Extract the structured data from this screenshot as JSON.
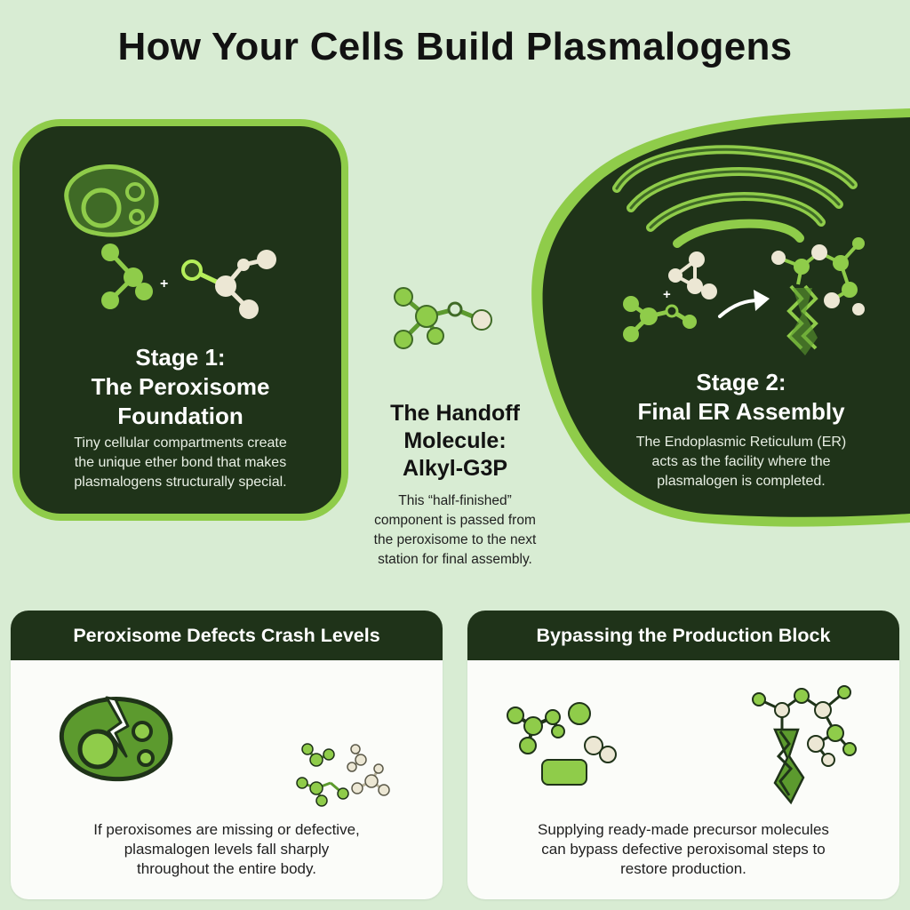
{
  "title": "How Your Cells Build Plasmalogens",
  "stage1": {
    "heading": [
      "Stage 1:",
      "The Peroxisome",
      "Foundation"
    ],
    "body": [
      "Tiny cellular compartments create",
      "the unique ether bond that makes",
      "plasmalogens structurally special."
    ]
  },
  "handoff": {
    "heading": [
      "The Handoff",
      "Molecule:",
      "Alkyl-G3P"
    ],
    "body": [
      "This “half-finished”",
      "component is passed from",
      "the peroxisome to the next",
      "station for final assembly."
    ]
  },
  "stage2": {
    "heading": [
      "Stage 2:",
      "Final ER Assembly"
    ],
    "body": [
      "The Endoplasmic Reticulum (ER)",
      "acts as the facility where the",
      "plasmalogen is completed."
    ]
  },
  "defects": {
    "heading": "Peroxisome Defects Crash Levels",
    "body": [
      "If peroxisomes are missing or defective,",
      "plasmalogen levels fall sharply",
      "throughout the entire body."
    ]
  },
  "bypass": {
    "heading": "Bypassing the Production Block",
    "body": [
      "Supplying ready-made precursor molecules",
      "can bypass defective peroxisomal steps to",
      "restore production."
    ]
  },
  "symbols": {
    "plus": "+"
  },
  "colors": {
    "background": "#d8ecd3",
    "dark_green": "#1f3319",
    "accent_green": "#8fcc4a",
    "cream": "#ece7d4"
  }
}
